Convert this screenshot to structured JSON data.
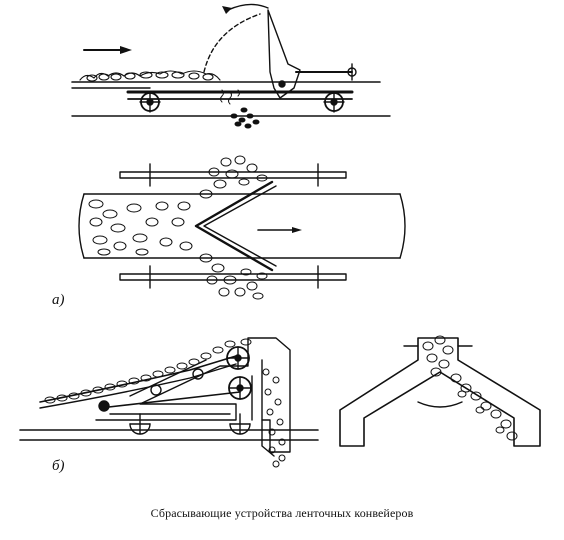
{
  "figure": {
    "label_a": "а)",
    "label_b": "б)",
    "caption": "Сбрасывающие устройства ленточных конвейеров"
  }
}
